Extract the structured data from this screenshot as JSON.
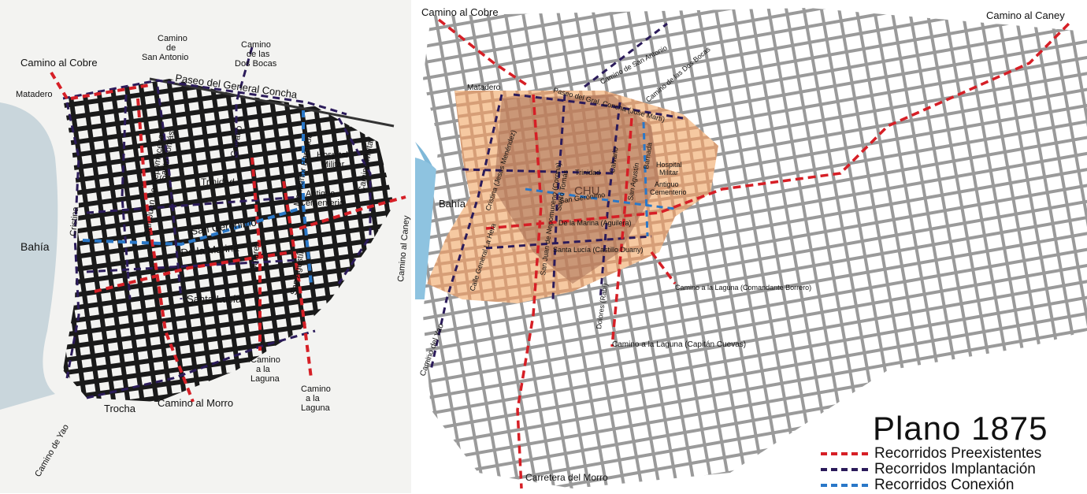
{
  "colors": {
    "preexistentes": "#d61f26",
    "implantacion": "#2b1b5a",
    "conexion": "#2a78c8",
    "chu_fill": "#f6c9a1",
    "chu_core": "#a56e55",
    "bahia": "#7fb8d8"
  },
  "left_map": {
    "labels": {
      "camino_cobre": "Camino al Cobre",
      "matadero": "Matadero",
      "camino_san_antonio_1": "Camino",
      "camino_san_antonio_2": "de",
      "camino_san_antonio_3": "San Antonio",
      "camino_dos_bocas_1": "Camino",
      "camino_dos_bocas_2": "de las",
      "camino_dos_bocas_3": "Dos Bocas",
      "paseo_concha": "Paseo del General Concha",
      "hospital_1": "Hospital",
      "hospital_2": "Militar",
      "camino_militar": "Camino Militar",
      "monsenor_barnada": "Monseñor Barnada",
      "calvario": "Calvario",
      "santo_tomas": "Santo Tomás",
      "san_juan_nepomuceno": "San Juan de Nepomuceno",
      "trinidad": "Trinidad",
      "antiguo_1": "Antiguo",
      "antiguo_2": "Cementerio",
      "san_geronimo": "San Gerónimo",
      "cristina": "Cristina",
      "bahia": "Bahía",
      "de_la_marina": "De la Marina",
      "dolores": "Dolores",
      "san_agustin": "San Agustín",
      "santa_lucia": "Santa Lucía",
      "camino_caney": "Camino al Caney",
      "laguna1_1": "Camino",
      "laguna1_2": "a la",
      "laguna1_3": "Laguna",
      "laguna2_1": "Camino",
      "laguna2_2": "a la",
      "laguna2_3": "Laguna",
      "trocha": "Trocha",
      "camino_morro": "Camino al Morro",
      "camino_yao": "Camino de Yao"
    }
  },
  "right_map": {
    "labels": {
      "camino_cobre": "Camino al Cobre",
      "camino_caney": "Camino al Caney",
      "matadero": "Matadero",
      "camino_san_antonio": "Camino de San Antonio",
      "camino_dos_bocas": "Camino de las Dos Bocas",
      "paseo": "Paseo del Gral. Concha (Jose Martí)",
      "chu": "CHU",
      "bahia": "Bahía",
      "trinidad": "Trinidad",
      "calvario": "Calvario",
      "san_agustin": "San Agustín",
      "barnada": "Barnada",
      "hospital_1": "Hospital",
      "hospital_2": "Militar",
      "antiguo_1": "Antiguo",
      "antiguo_2": "Cementerio",
      "san_geronimo": "San Gerónimo",
      "de_la_marina": "De la Marina (Aguilera)",
      "santa_lucia": "Santa Lucía (Castillo Duany)",
      "santo_tomas": "Santo Tomás",
      "san_juan": "San Juan de Nepomuceno (Corona)",
      "cristina": "Cristina (Jesús Menéndez)",
      "calle_la_hera": "Calle General La Hera",
      "camino_yao": "Camino del Yao",
      "dolores": "Dolores (Rabí)",
      "laguna_borrero": "Camino a la Laguna (Comandante Borrero)",
      "laguna_cuevas": "Camino a la Laguna (Capitán Cuevas)",
      "carretera_morro": "Carretera del Morro"
    }
  },
  "title": "Plano 1875",
  "legend": [
    {
      "label": "Recorridos Preexistentes",
      "color": "#d61f26"
    },
    {
      "label": "Recorridos Implantación",
      "color": "#2b1b5a"
    },
    {
      "label": "Recorridos Conexión",
      "color": "#2a78c8"
    }
  ]
}
